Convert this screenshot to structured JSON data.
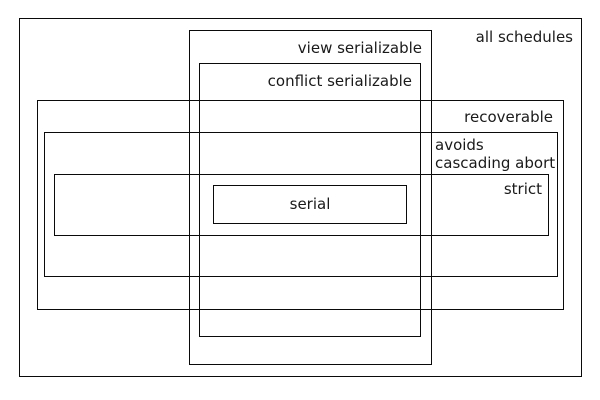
{
  "diagram": {
    "background_color": "#ffffff",
    "line_color": "#0a0a0a",
    "text_color": "#1a1a1a",
    "sets": {
      "all_schedules": {
        "label": "all schedules"
      },
      "view_serializable": {
        "label": "view serializable"
      },
      "conflict_serializable": {
        "label": "conflict serializable"
      },
      "recoverable": {
        "label": "recoverable"
      },
      "avoids_cascading_abort": {
        "line1": "avoids",
        "line2": "cascading abort"
      },
      "strict": {
        "label": "strict"
      },
      "serial": {
        "label": "serial"
      }
    }
  }
}
